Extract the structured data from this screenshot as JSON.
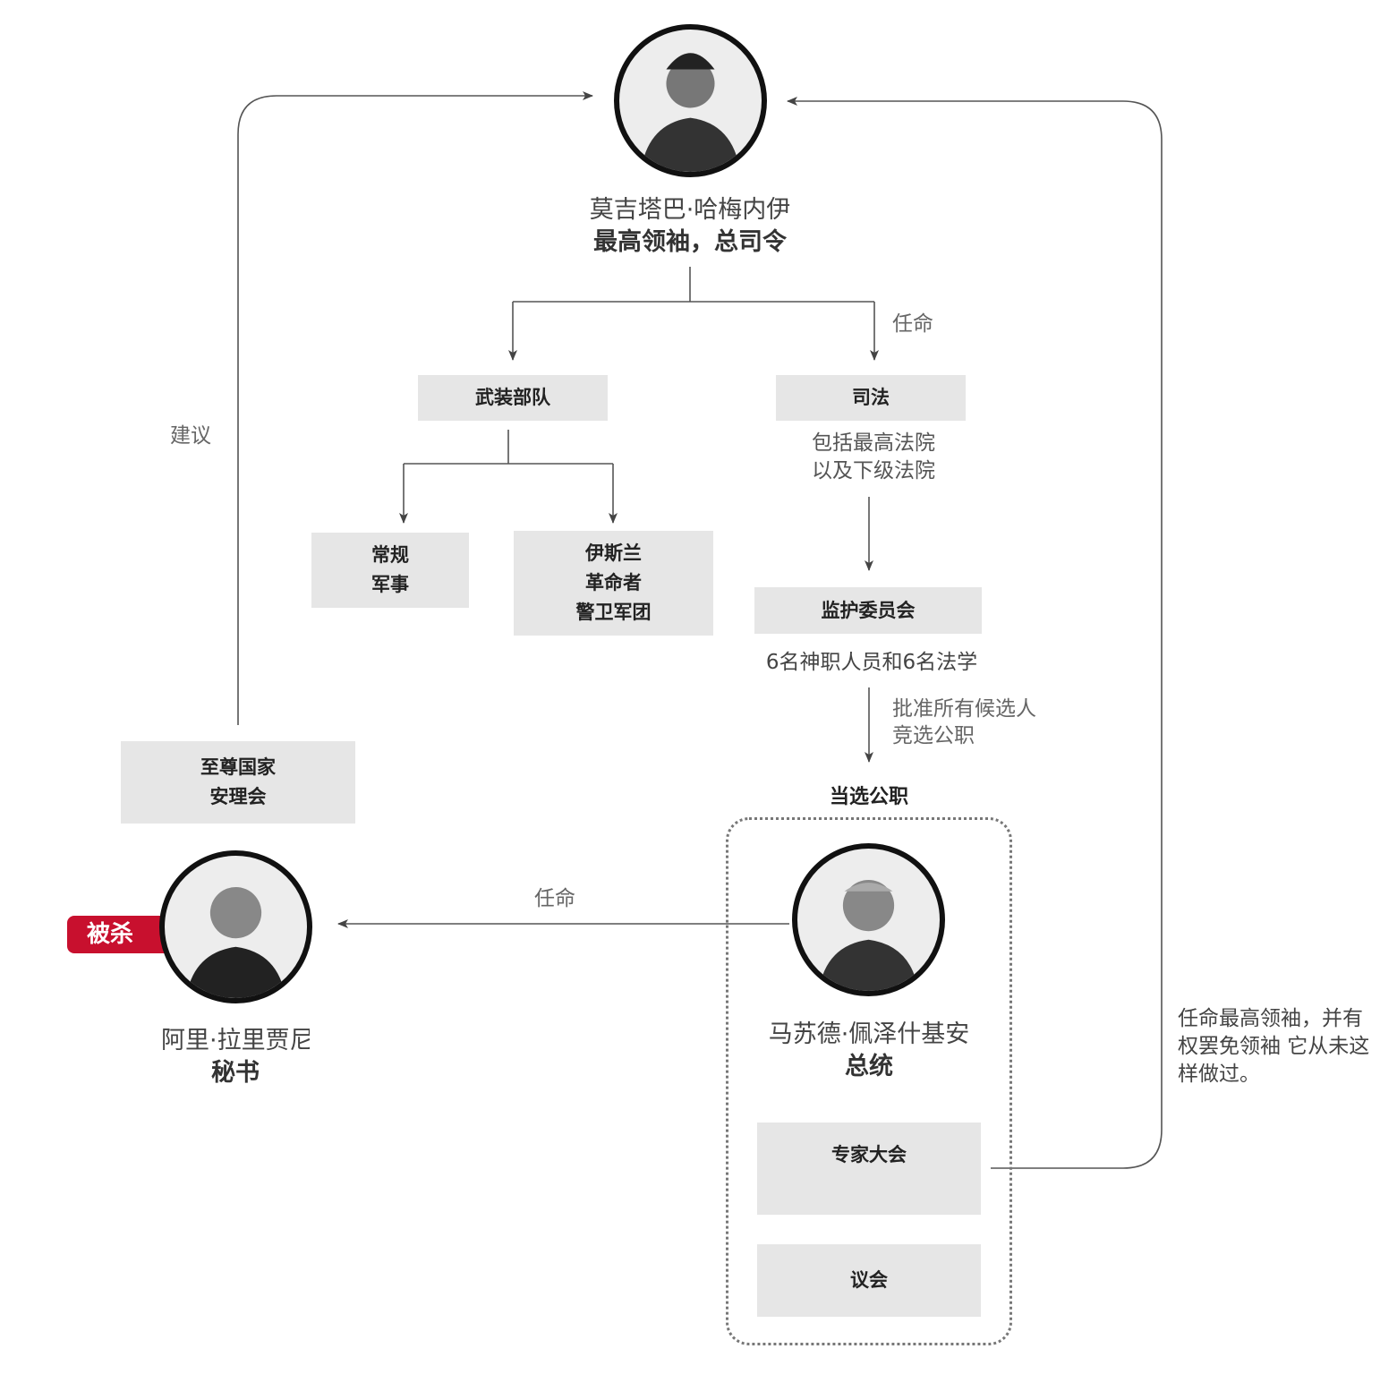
{
  "leader": {
    "name": "莫吉塔巴·哈梅内伊",
    "title": "最高领袖，总司令"
  },
  "appoint_label_top": "任命",
  "armed_forces": {
    "label": "武装部队",
    "children": [
      {
        "line1": "常规",
        "line2": "军事"
      },
      {
        "line1": "伊斯兰",
        "line2": "革命者",
        "line3": "警卫军团"
      }
    ]
  },
  "judiciary": {
    "label": "司法",
    "desc_line1": "包括最高法院",
    "desc_line2": "以及下级法院"
  },
  "guardian_council": {
    "label": "监护委员会",
    "desc": "6名神职人员和6名法学"
  },
  "approve_label": {
    "line1": "批准所有候选人",
    "line2": "竞选公职"
  },
  "elected_offices": {
    "label": "当选公职"
  },
  "president": {
    "name": "马苏德·佩泽什基安",
    "title": "总统"
  },
  "assembly_of_experts": {
    "label": "专家大会"
  },
  "parliament": {
    "label": "议会"
  },
  "experts_note": {
    "line1": "任命最高领袖，并有",
    "line2": "权罢免领袖 它从未这",
    "line3": "样做过。"
  },
  "advise_label": "建议",
  "snsc": {
    "line1": "至尊国家",
    "line2": "安理会"
  },
  "appoint_label_left": "任命",
  "secretary": {
    "name": "阿里·拉里贾尼",
    "title": "秘书",
    "badge": "被杀"
  },
  "colors": {
    "badge": "#c8102e",
    "box": "#e6e6e6",
    "line": "#555555"
  }
}
